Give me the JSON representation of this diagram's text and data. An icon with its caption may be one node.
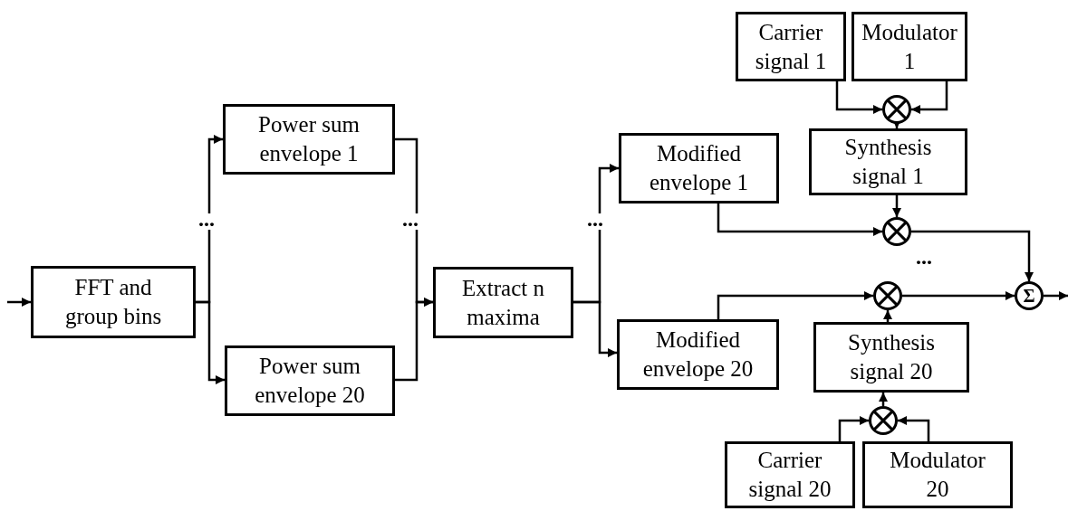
{
  "diagram": {
    "nodes": [
      {
        "text": [
          "FFT and group bins"
        ]
      },
      {
        "text": [
          "Power sum envelope 1"
        ]
      },
      {
        "text": [
          "Power sum envelope 20"
        ]
      },
      {
        "text": [
          "Extract n maxima"
        ]
      },
      {
        "text": [
          "Modified envelope 1"
        ]
      },
      {
        "text": [
          "Modified envelope 20"
        ]
      },
      {
        "text": [
          "Carrier signal 1"
        ]
      },
      {
        "text": [
          "Modulator 1"
        ]
      },
      {
        "text": [],
        "shape": "circle"
      },
      {
        "text": [
          "Synthesis signal 1"
        ]
      },
      {
        "text": [],
        "shape": "circle"
      },
      {
        "text": [],
        "shape": "circle"
      },
      {
        "text": [
          "Σ"
        ]
      },
      {
        "text": [
          "Synthesis signal 20"
        ]
      },
      {
        "text": [],
        "shape": "circle"
      },
      {
        "text": [
          "Carrier signal 20"
        ]
      },
      {
        "text": [
          "Modulator 20"
        ]
      }
    ],
    "edges": [
      {
        "from": null,
        "to": 0,
        "arrow": "to"
      },
      {
        "from": 0,
        "to": 1,
        "arrow": "to"
      },
      {
        "from": 0,
        "to": 2,
        "arrow": "to"
      },
      {
        "from": 1,
        "to": 3,
        "arrow": "to"
      },
      {
        "from": 2,
        "to": 3,
        "arrow": "to"
      },
      {
        "from": 3,
        "to": 4,
        "arrow": "to"
      },
      {
        "from": 3,
        "to": 5,
        "arrow": "to"
      },
      {
        "from": 6,
        "to": 8,
        "arrow": "to"
      },
      {
        "from": 7,
        "to": 8,
        "arrow": "to"
      },
      {
        "from": 8,
        "to": 9,
        "arrow": "to"
      },
      {
        "from": 9,
        "to": 10,
        "arrow": "to"
      },
      {
        "from": 4,
        "to": 10,
        "arrow": "to"
      },
      {
        "from": 10,
        "to": 12,
        "arrow": "to"
      },
      {
        "from": 5,
        "to": 11,
        "arrow": "to"
      },
      {
        "from": 13,
        "to": 11,
        "arrow": "to"
      },
      {
        "from": 11,
        "to": 12,
        "arrow": "to"
      },
      {
        "from": 12,
        "to": null,
        "arrow": "to"
      },
      {
        "from": 14,
        "to": 13,
        "arrow": "to"
      },
      {
        "from": 15,
        "to": 14,
        "arrow": "to"
      },
      {
        "from": 16,
        "to": 14,
        "arrow": "to"
      }
    ],
    "labels": [
      "...",
      "...",
      "...",
      "..."
    ]
  }
}
